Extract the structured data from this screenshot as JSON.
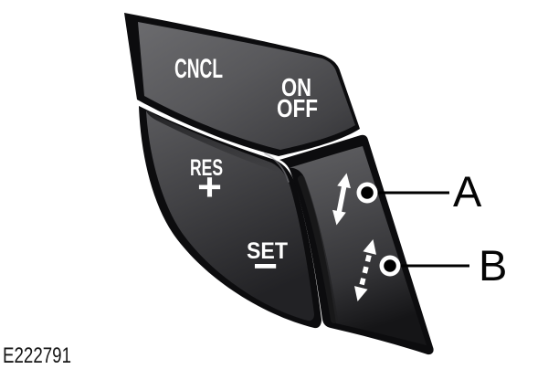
{
  "figure": {
    "code": "E222791",
    "subject": "Cruise control steering wheel switch pad illustration"
  },
  "switch": {
    "cancel_button": {
      "label": "CNCL"
    },
    "power_button": {
      "label_line1": "ON",
      "label_line2": "OFF"
    },
    "resume_button": {
      "label": "RES",
      "symbol": "+"
    },
    "set_button": {
      "label": "SET",
      "symbol": "−"
    }
  },
  "callouts": {
    "a": {
      "label": "A",
      "arrow_style": "solid-double-headed-arrow"
    },
    "b": {
      "label": "B",
      "arrow_style": "dashed-double-headed-arrow"
    }
  },
  "colors": {
    "background": "#ffffff",
    "face_light": "#68686b",
    "face_mid": "#4a4a4d",
    "face_dark": "#161618",
    "bevel_black": "#0c0c0e",
    "button_text": "#ffffff",
    "callout_ink": "#000000"
  }
}
